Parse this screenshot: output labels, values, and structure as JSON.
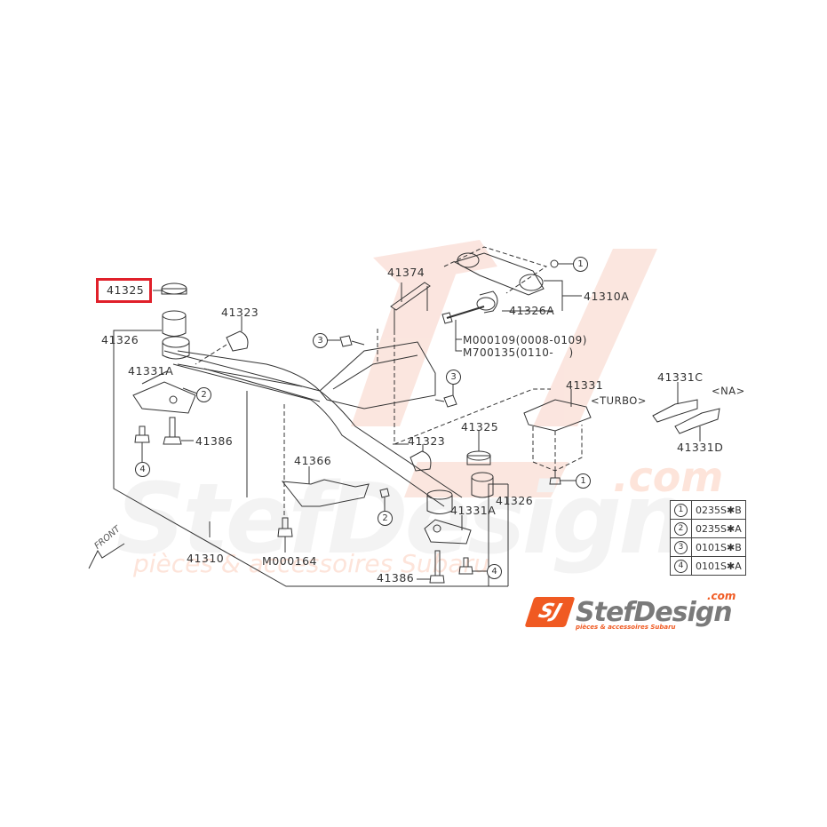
{
  "diagram": {
    "title": "Subaru rear subframe / differential mount parts diagram",
    "highlighted_part": "41325",
    "highlight_color": "#e0202a",
    "labels": {
      "p41325_left": "41325",
      "p41326_left": "41326",
      "p41323_left": "41323",
      "p41331A_left": "41331A",
      "p41386_left": "41386",
      "p41374": "41374",
      "p41310A": "41310A",
      "p41326A": "41326A",
      "m000109": "M000109(0008-0109)",
      "m700135": "M700135(0110-    )",
      "p41331": "41331",
      "turbo": "<TURBO>",
      "p41331C": "41331C",
      "na": "<NA>",
      "p41331D": "41331D",
      "p41323_right": "41323",
      "p41325_right": "41325",
      "p41326_right": "41326",
      "p41331A_right": "41331A",
      "p41366": "41366",
      "m000164": "M000164",
      "p41310": "41310",
      "p41386_right": "41386",
      "front": "FRONT"
    },
    "callouts": [
      "1",
      "2",
      "3",
      "4"
    ]
  },
  "legend": {
    "rows": [
      {
        "num": "1",
        "code": "0235S✱B"
      },
      {
        "num": "2",
        "code": "0235S✱A"
      },
      {
        "num": "3",
        "code": "0101S✱B"
      },
      {
        "num": "4",
        "code": "0101S✱A"
      }
    ]
  },
  "watermark": {
    "brand": "StefDesign",
    "domain": ".com",
    "tagline": "pièces & accessoires Subaru",
    "brand_color": "#f05a22",
    "logo_mark": "SJ"
  }
}
